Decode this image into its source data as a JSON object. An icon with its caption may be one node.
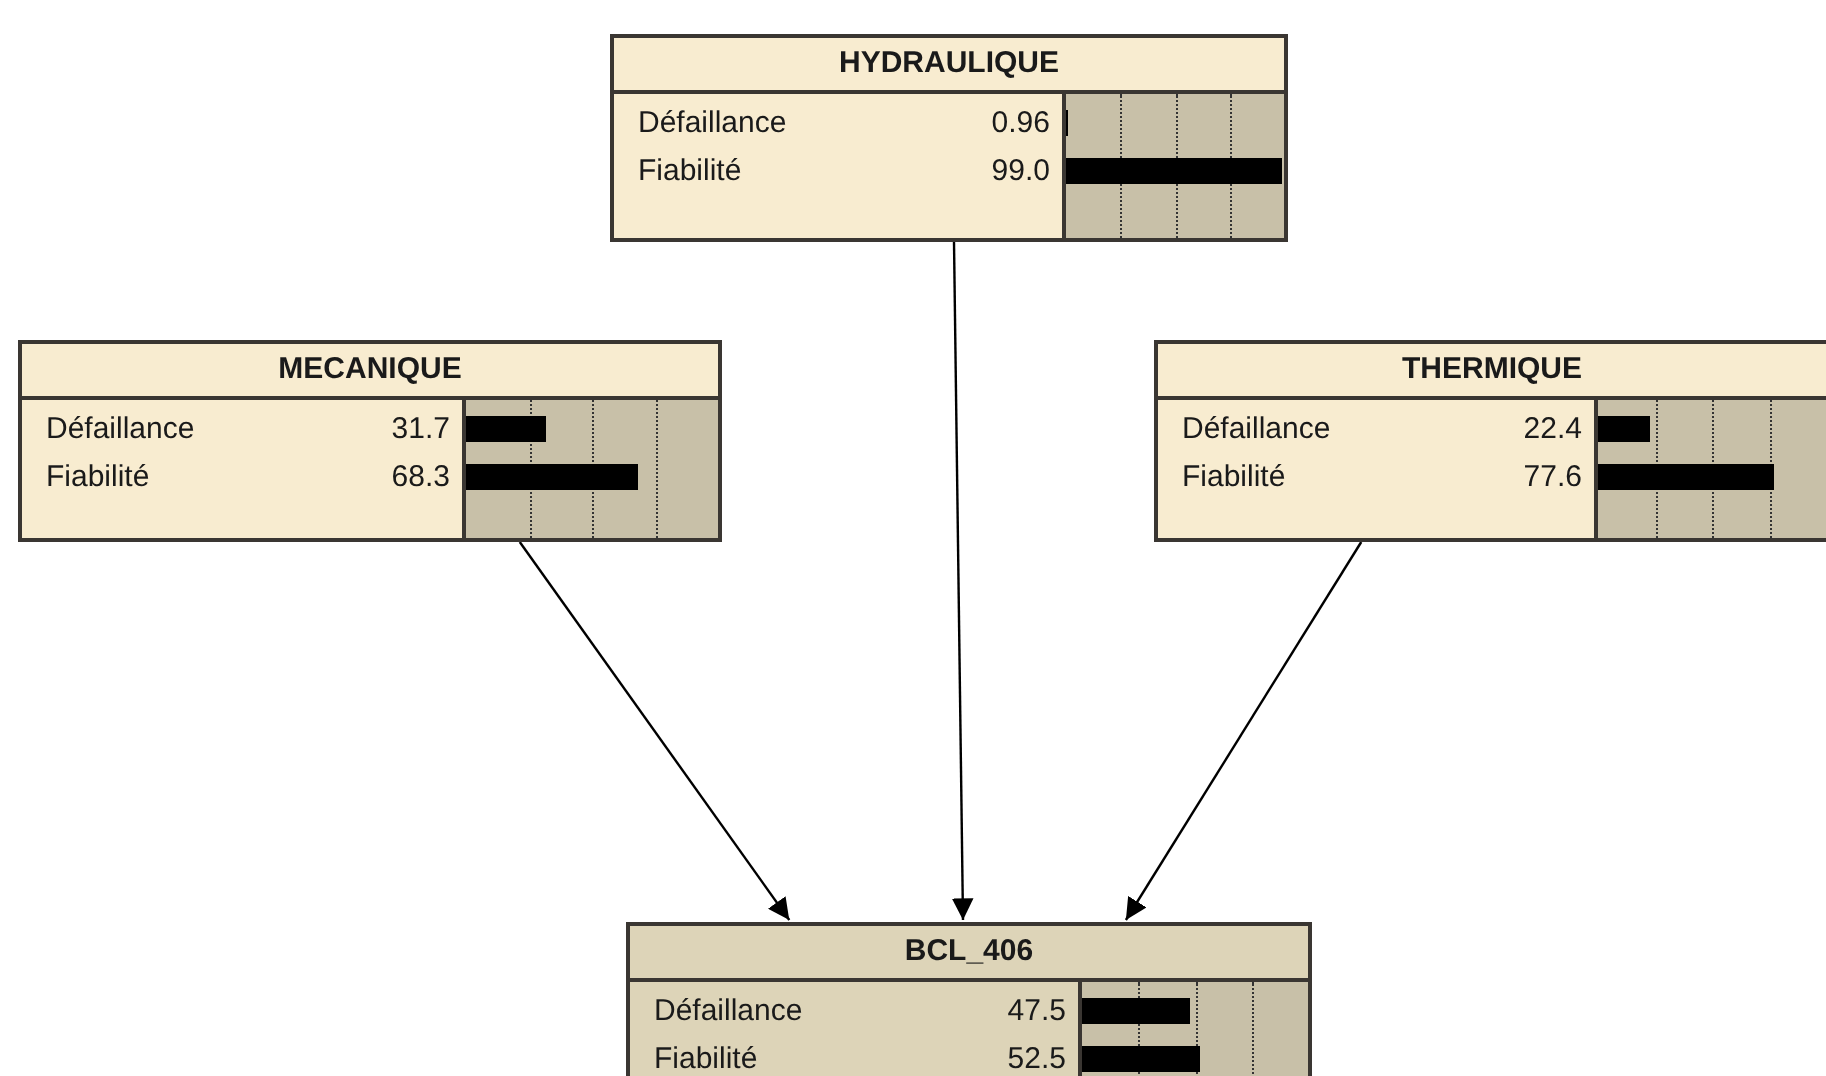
{
  "diagram": {
    "nodes": [
      {
        "text": [
          "HYDRAULIQUE",
          "Défaillance",
          "0.96",
          "Fiabilité",
          "99.0"
        ]
      },
      {
        "text": [
          "MECANIQUE",
          "Défaillance",
          "31.7",
          "Fiabilité",
          "68.3"
        ]
      },
      {
        "text": [
          "THERMIQUE",
          "Défaillance",
          "22.4",
          "Fiabilité",
          "77.6"
        ]
      },
      {
        "text": [
          "BCL_406",
          "Défaillance",
          "47.5",
          "Fiabilité",
          "52.5"
        ]
      }
    ],
    "edges": [
      {
        "from": 1,
        "to": 3,
        "arrow": "to"
      },
      {
        "from": 0,
        "to": 3,
        "arrow": "to"
      },
      {
        "from": 2,
        "to": 3,
        "arrow": "to"
      }
    ]
  }
}
